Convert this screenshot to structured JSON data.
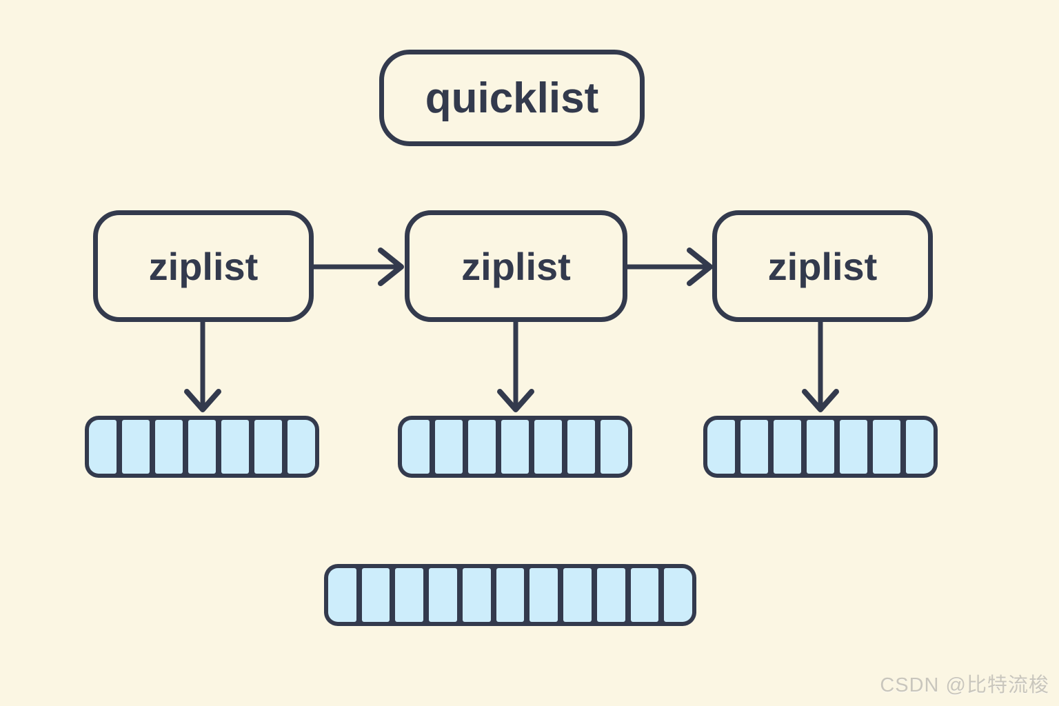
{
  "diagram": {
    "title_node": {
      "label": "quicklist"
    },
    "ziplist_nodes": [
      {
        "label": "ziplist"
      },
      {
        "label": "ziplist"
      },
      {
        "label": "ziplist"
      }
    ],
    "bars": [
      {
        "name": "ziplist-cells-1",
        "cells": 7
      },
      {
        "name": "ziplist-cells-2",
        "cells": 7
      },
      {
        "name": "ziplist-cells-3",
        "cells": 7
      },
      {
        "name": "merged-cells-bottom",
        "cells": 11
      }
    ],
    "colors": {
      "background": "#FBF6E3",
      "stroke": "#333A4D",
      "cell_fill": "#CDEDFB",
      "watermark": "#C9C6BC"
    },
    "watermark": "CSDN @比特流梭"
  }
}
